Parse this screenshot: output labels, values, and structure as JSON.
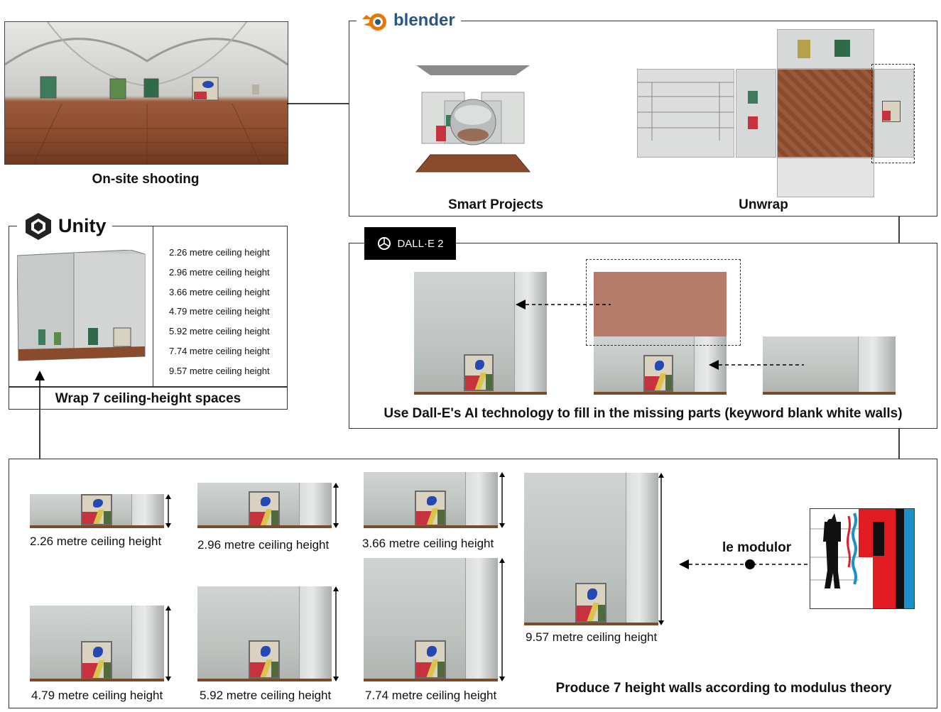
{
  "stages": {
    "shooting_caption": "On-site shooting",
    "blender": {
      "logo_text": "blender",
      "smart_caption": "Smart Projects",
      "unwrap_caption": "Unwrap"
    },
    "unity": {
      "logo_text": "Unity",
      "heights": [
        "2.26 metre ceiling height",
        "2.96 metre ceiling height",
        "3.66 metre ceiling height",
        "4.79 metre ceiling height",
        "5.92 metre ceiling height",
        "7.74 metre ceiling height",
        "9.57 metre ceiling height"
      ],
      "caption": "Wrap 7 ceiling-height spaces"
    },
    "dalle": {
      "logo_text": "DALL·E 2",
      "caption": "Use Dall-E's AI technology to fill in the missing parts (keyword blank white walls)"
    },
    "walls": {
      "labels": [
        "2.26 metre ceiling height",
        "2.96 metre ceiling height",
        "3.66 metre ceiling height",
        "4.79 metre ceiling height",
        "5.92 metre ceiling height",
        "7.74 metre ceiling height",
        "9.57 metre ceiling height"
      ],
      "modulor_label": "le modulor",
      "caption": "Produce 7 height walls according to modulus theory"
    }
  },
  "colors": {
    "floor": "#8a4b2c",
    "fill_region": "#b57c6c",
    "modulor_red": "#e11b22",
    "modulor_blue": "#1e8fc8"
  }
}
